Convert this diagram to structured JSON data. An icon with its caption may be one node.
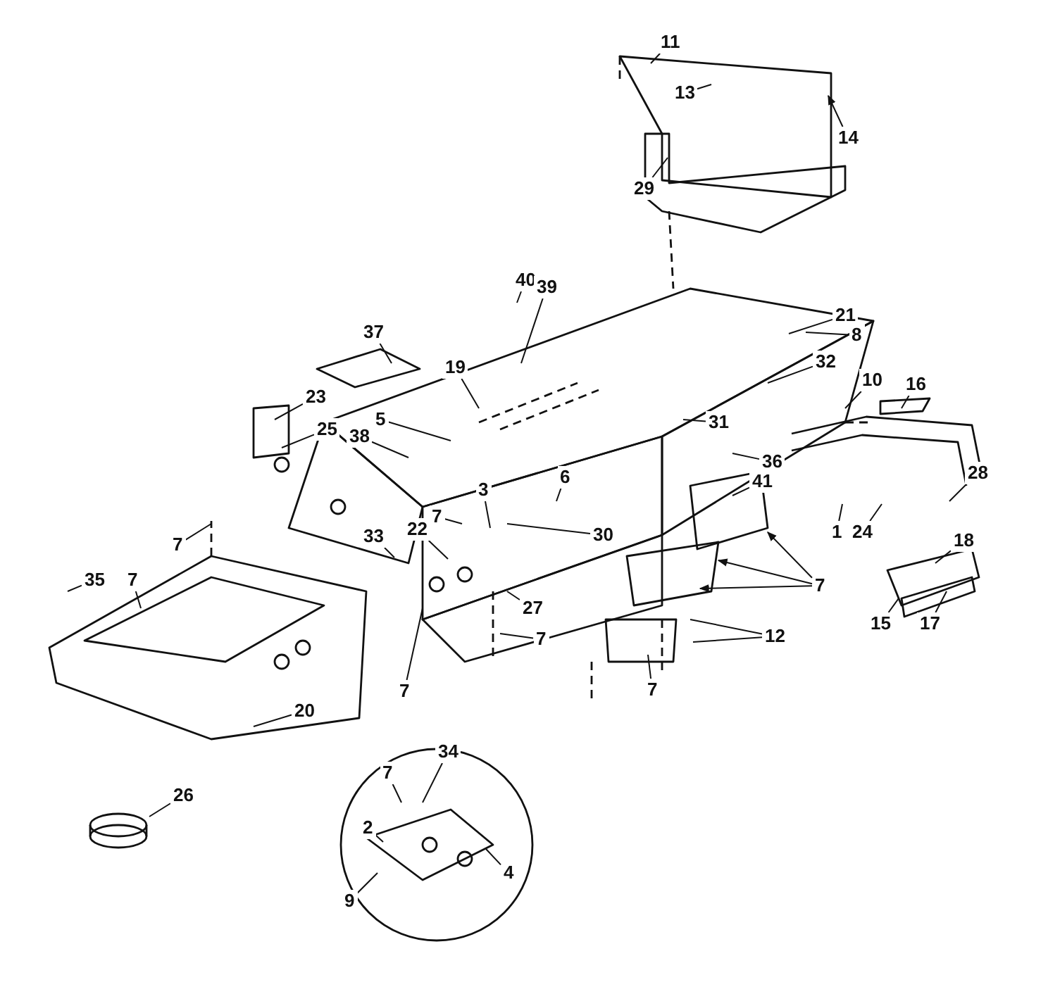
{
  "diagram": {
    "nodes": [
      {
        "text": [
          "11"
        ]
      },
      {
        "text": [
          "13"
        ]
      },
      {
        "text": [
          "14"
        ]
      },
      {
        "text": [
          "29"
        ]
      },
      {
        "text": [
          "40"
        ]
      },
      {
        "text": [
          "39"
        ]
      },
      {
        "text": [
          "21"
        ]
      },
      {
        "text": [
          "8"
        ]
      },
      {
        "text": [
          "37"
        ]
      },
      {
        "text": [
          "19"
        ]
      },
      {
        "text": [
          "32"
        ]
      },
      {
        "text": [
          "10"
        ]
      },
      {
        "text": [
          "16"
        ]
      },
      {
        "text": [
          "23"
        ]
      },
      {
        "text": [
          "5"
        ]
      },
      {
        "text": [
          "38"
        ]
      },
      {
        "text": [
          "25"
        ]
      },
      {
        "text": [
          "31"
        ]
      },
      {
        "text": [
          "36"
        ]
      },
      {
        "text": [
          "6"
        ]
      },
      {
        "text": [
          "3"
        ]
      },
      {
        "text": [
          "41"
        ]
      },
      {
        "text": [
          "28"
        ]
      },
      {
        "text": [
          "7"
        ]
      },
      {
        "text": [
          "22"
        ]
      },
      {
        "text": [
          "33"
        ]
      },
      {
        "text": [
          "30"
        ]
      },
      {
        "text": [
          "7"
        ]
      },
      {
        "text": [
          "1"
        ]
      },
      {
        "text": [
          "24"
        ]
      },
      {
        "text": [
          "18"
        ]
      },
      {
        "text": [
          "35"
        ]
      },
      {
        "text": [
          "7"
        ]
      },
      {
        "text": [
          "7"
        ]
      },
      {
        "text": [
          "27"
        ]
      },
      {
        "text": [
          "12"
        ]
      },
      {
        "text": [
          "7"
        ]
      },
      {
        "text": [
          "15"
        ]
      },
      {
        "text": [
          "17"
        ]
      },
      {
        "text": [
          "7"
        ]
      },
      {
        "text": [
          "7"
        ]
      },
      {
        "text": [
          "20"
        ]
      },
      {
        "text": [
          "26"
        ]
      },
      {
        "text": [
          "7"
        ]
      },
      {
        "text": [
          "34"
        ]
      },
      {
        "text": [
          "2"
        ]
      },
      {
        "text": [
          "4"
        ]
      },
      {
        "text": [
          "9"
        ]
      }
    ],
    "edges": [
      {
        "from": 0,
        "to": null,
        "arrow": "none"
      },
      {
        "from": 1,
        "to": null,
        "arrow": "none"
      },
      {
        "from": 2,
        "to": null,
        "arrow": "to"
      },
      {
        "from": 3,
        "to": null,
        "arrow": "none"
      },
      {
        "from": 4,
        "to": null,
        "arrow": "none"
      },
      {
        "from": 5,
        "to": null,
        "arrow": "none"
      },
      {
        "from": 6,
        "to": null,
        "arrow": "none"
      },
      {
        "from": 7,
        "to": null,
        "arrow": "none"
      },
      {
        "from": 8,
        "to": null,
        "arrow": "none"
      },
      {
        "from": 9,
        "to": null,
        "arrow": "none"
      },
      {
        "from": 10,
        "to": null,
        "arrow": "none"
      },
      {
        "from": 11,
        "to": null,
        "arrow": "none"
      },
      {
        "from": 12,
        "to": null,
        "arrow": "none"
      },
      {
        "from": 13,
        "to": null,
        "arrow": "none"
      },
      {
        "from": 14,
        "to": null,
        "arrow": "none"
      },
      {
        "from": 15,
        "to": null,
        "arrow": "none"
      },
      {
        "from": 16,
        "to": null,
        "arrow": "none"
      },
      {
        "from": 17,
        "to": null,
        "arrow": "none"
      },
      {
        "from": 18,
        "to": null,
        "arrow": "none"
      },
      {
        "from": 19,
        "to": null,
        "arrow": "none"
      },
      {
        "from": 20,
        "to": null,
        "arrow": "none"
      },
      {
        "from": 21,
        "to": null,
        "arrow": "none"
      },
      {
        "from": 22,
        "to": null,
        "arrow": "none"
      },
      {
        "from": 23,
        "to": null,
        "arrow": "none"
      },
      {
        "from": 24,
        "to": null,
        "arrow": "none"
      },
      {
        "from": 25,
        "to": null,
        "arrow": "none"
      },
      {
        "from": 26,
        "to": null,
        "arrow": "none"
      },
      {
        "from": 27,
        "to": null,
        "arrow": "none"
      },
      {
        "from": 28,
        "to": null,
        "arrow": "none"
      },
      {
        "from": 29,
        "to": null,
        "arrow": "none"
      },
      {
        "from": 30,
        "to": null,
        "arrow": "none"
      },
      {
        "from": 31,
        "to": null,
        "arrow": "none"
      },
      {
        "from": 32,
        "to": null,
        "arrow": "none"
      },
      {
        "from": 33,
        "to": null,
        "arrow": "to"
      },
      {
        "from": 33,
        "to": null,
        "arrow": "to"
      },
      {
        "from": 33,
        "to": null,
        "arrow": "to"
      },
      {
        "from": 34,
        "to": null,
        "arrow": "none"
      },
      {
        "from": 35,
        "to": null,
        "arrow": "none"
      },
      {
        "from": 35,
        "to": null,
        "arrow": "none"
      },
      {
        "from": 36,
        "to": null,
        "arrow": "none"
      },
      {
        "from": 37,
        "to": null,
        "arrow": "none"
      },
      {
        "from": 38,
        "to": null,
        "arrow": "none"
      },
      {
        "from": 39,
        "to": null,
        "arrow": "none"
      },
      {
        "from": 40,
        "to": null,
        "arrow": "none"
      },
      {
        "from": 41,
        "to": null,
        "arrow": "none"
      },
      {
        "from": 42,
        "to": null,
        "arrow": "none"
      },
      {
        "from": 43,
        "to": null,
        "arrow": "none"
      },
      {
        "from": 44,
        "to": null,
        "arrow": "none"
      },
      {
        "from": 45,
        "to": null,
        "arrow": "none"
      },
      {
        "from": 46,
        "to": null,
        "arrow": "none"
      },
      {
        "from": 47,
        "to": null,
        "arrow": "none"
      }
    ]
  }
}
